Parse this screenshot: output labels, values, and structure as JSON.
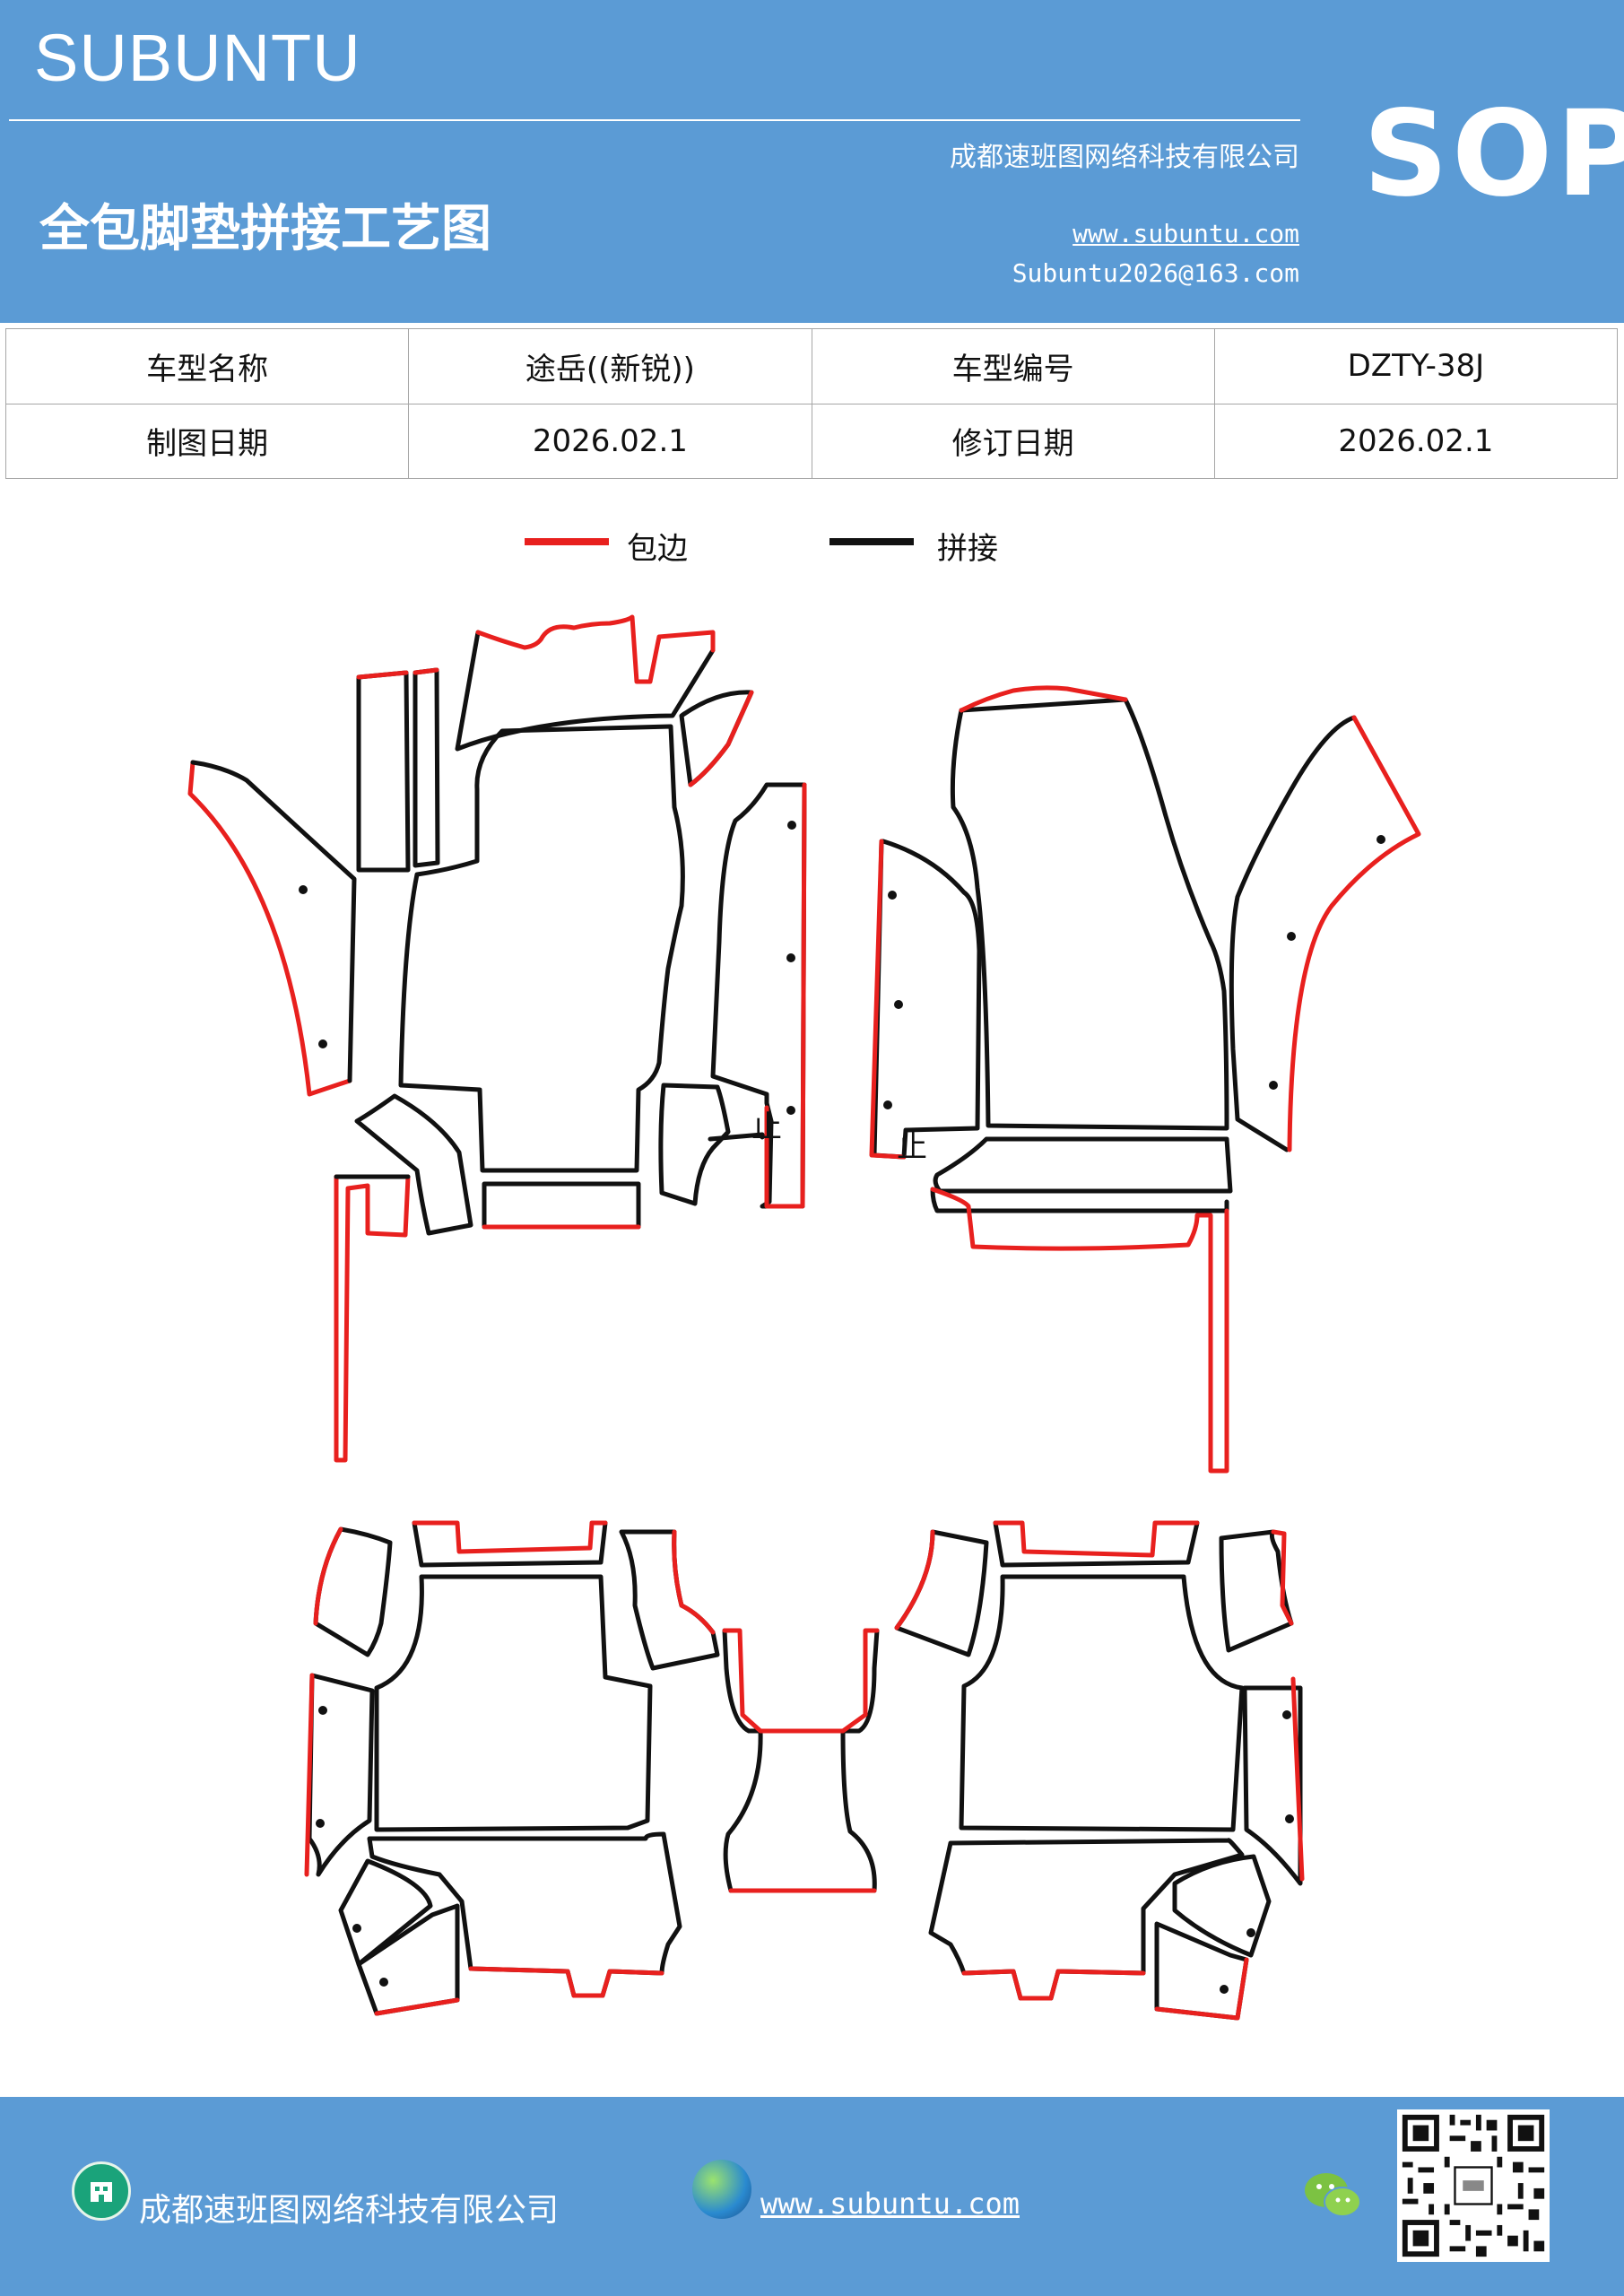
{
  "header": {
    "brand": "SUBUNTU",
    "company": "成都速班图网络科技有限公司",
    "title": "全包脚垫拼接工艺图",
    "website": "www.subuntu.com",
    "email": "Subuntu2026@163.com",
    "badge": "SOP"
  },
  "info_table": {
    "row1": {
      "label1": "车型名称",
      "value1": "途岳((新锐))",
      "label2": "车型编号",
      "value2": "DZTY-38J"
    },
    "row2": {
      "label1": "制图日期",
      "value1": "2026.02.1",
      "label2": "修订日期",
      "value2": "2026.02.1"
    }
  },
  "legend": {
    "edge_label": "包边",
    "edge_color": "#e8201e",
    "seam_label": "拼接",
    "seam_color": "#111111"
  },
  "diagram": {
    "stop_mark_left": "止",
    "stop_mark_right": "止"
  },
  "footer": {
    "company": "成都速班图网络科技有限公司",
    "website": "www.subuntu.com",
    "icons": [
      "building-icon",
      "globe-icon",
      "wechat-icon",
      "qr-code"
    ]
  }
}
